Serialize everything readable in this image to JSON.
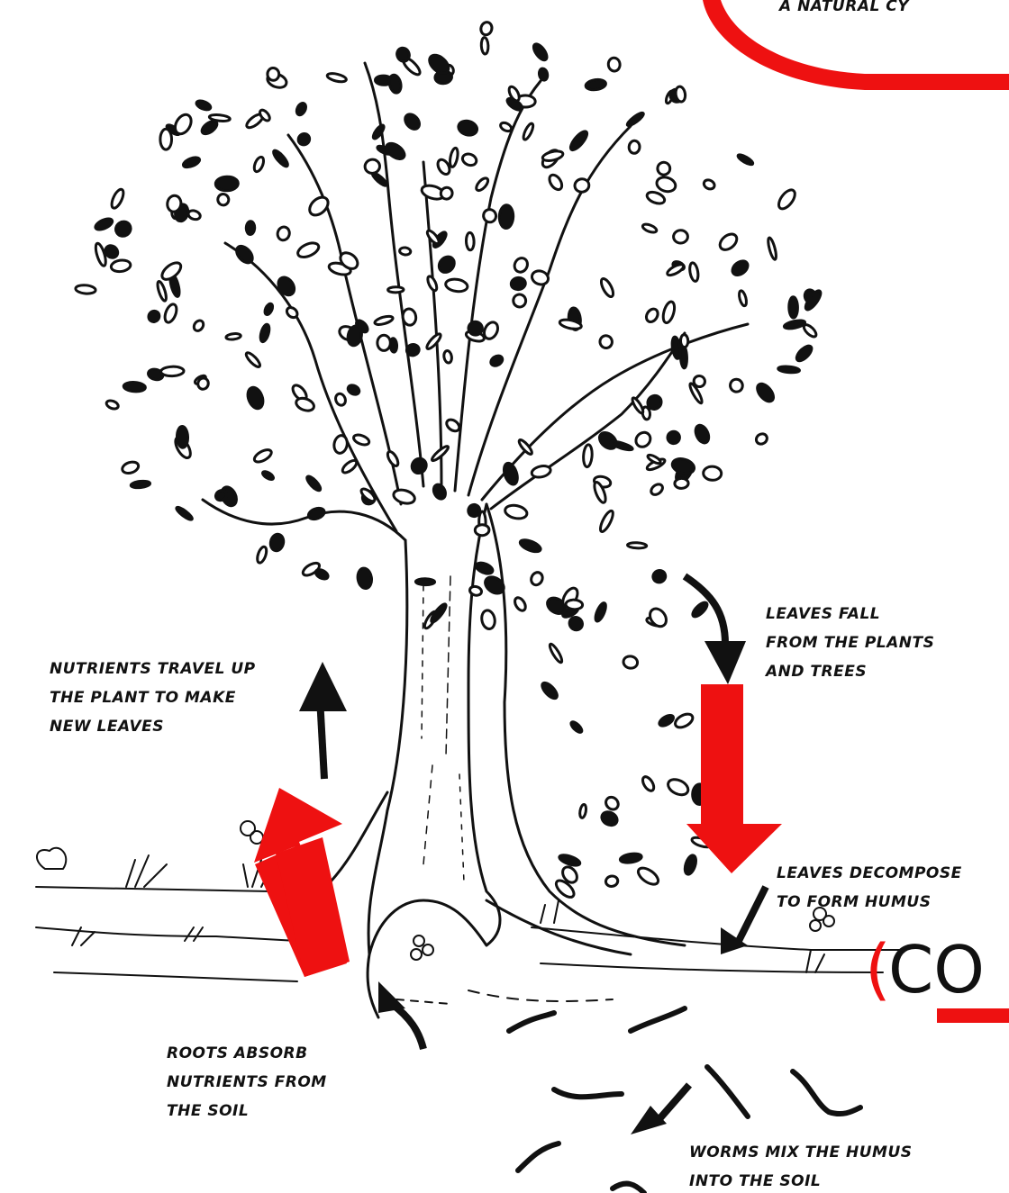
{
  "header": {
    "title": "A NATURAL CY"
  },
  "captions": {
    "nutrients_travel": [
      "NUTRIENTS TRAVEL UP",
      "THE PLANT TO MAKE",
      "NEW LEAVES"
    ],
    "leaves_fall": [
      "LEAVES FALL",
      "FROM THE PLANTS",
      "AND TREES"
    ],
    "leaves_decompose": [
      "LEAVES DECOMPOSE",
      "TO FORM HUMUS"
    ],
    "roots_absorb": [
      "ROOTS ABSORB",
      "NUTRIENTS FROM",
      "THE SOIL"
    ],
    "worms_mix": [
      "WORMS MIX THE HUMUS",
      "INTO THE SOIL"
    ]
  },
  "overlay_label": {
    "paren": "(",
    "text": "CO"
  },
  "colors": {
    "ink": "#111111",
    "accent_red": "#ee1111",
    "background": "#ffffff"
  },
  "icons": [
    "leaf-icon",
    "worm-icon",
    "flower-icon",
    "grass-tuft-icon",
    "arrow-icon"
  ]
}
